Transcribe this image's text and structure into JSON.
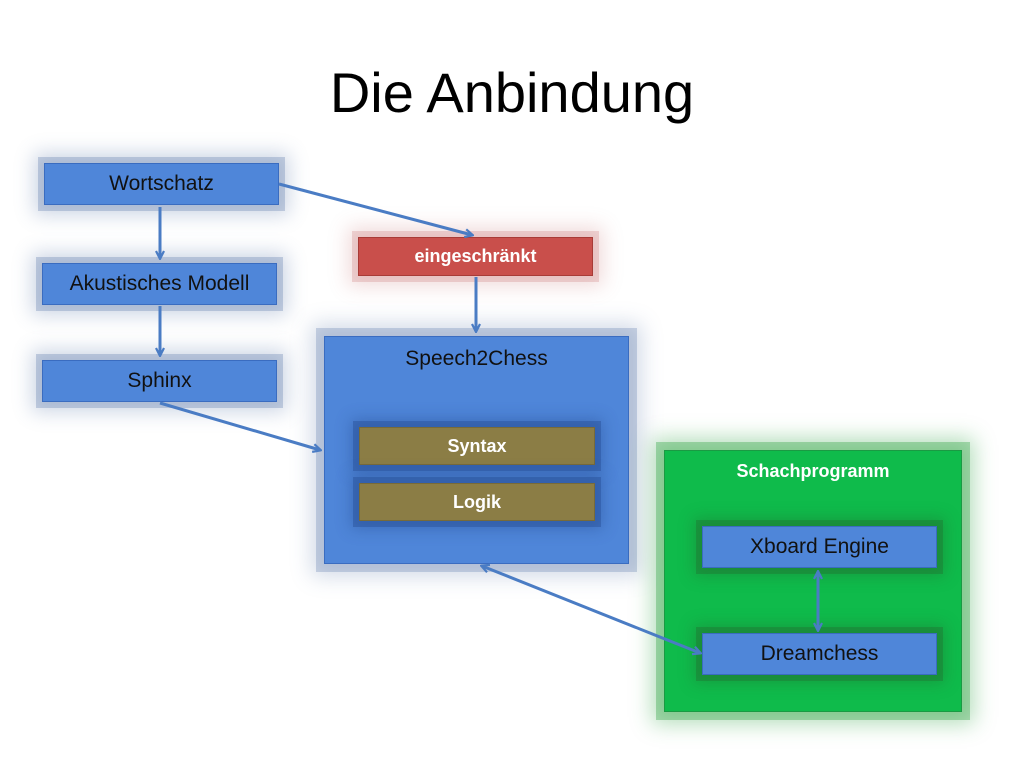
{
  "title": "Die Anbindung",
  "nodes": {
    "wortschatz": "Wortschatz",
    "akustisches_modell": "Akustisches Modell",
    "sphinx": "Sphinx",
    "eingeschraenkt": "eingeschränkt",
    "speech2chess": {
      "label": "Speech2Chess",
      "syntax": "Syntax",
      "logik": "Logik"
    },
    "schachprogramm": {
      "label": "Schachprogramm",
      "xboard_engine": "Xboard Engine",
      "dreamchess": "Dreamchess"
    }
  },
  "edges": [
    {
      "from": "Wortschatz",
      "to": "Akustisches Modell"
    },
    {
      "from": "Akustisches Modell",
      "to": "Sphinx"
    },
    {
      "from": "Wortschatz",
      "to": "eingeschränkt"
    },
    {
      "from": "eingeschränkt",
      "to": "Speech2Chess"
    },
    {
      "from": "Sphinx",
      "to": "Speech2Chess"
    },
    {
      "from": "Speech2Chess",
      "to": "Dreamchess",
      "bidirectional": true
    },
    {
      "from": "Xboard Engine",
      "to": "Dreamchess",
      "bidirectional": true
    }
  ],
  "colors": {
    "node_blue": "#4f86d9",
    "node_red": "#c94f4b",
    "node_olive": "#8b7d45",
    "panel_green": "#0fbb4b",
    "arrow": "#4a7cc4"
  }
}
